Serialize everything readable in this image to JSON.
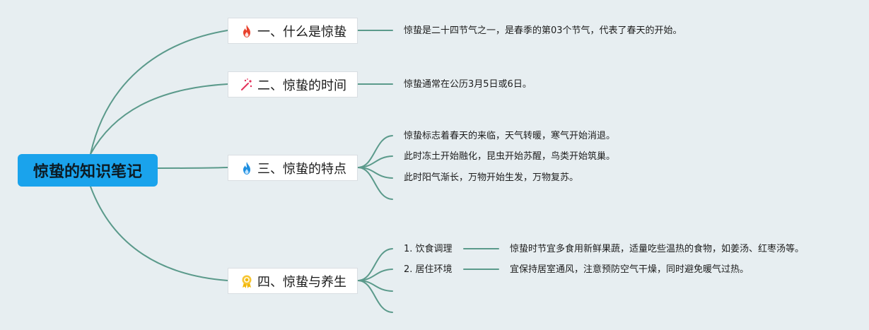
{
  "root": {
    "title": "惊蛰的知识笔记"
  },
  "branches": [
    {
      "label": "一、什么是惊蛰",
      "icon": "fire-icon",
      "leaves": [
        "惊蛰是二十四节气之一，是春季的第03个节气，代表了春天的开始。"
      ]
    },
    {
      "label": "二、惊蛰的时间",
      "icon": "magic-wand-icon",
      "leaves": [
        "惊蛰通常在公历3月5日或6日。"
      ]
    },
    {
      "label": "三、惊蛰的特点",
      "icon": "blue-flame-icon",
      "leaves": [
        "惊蛰标志着春天的来临，天气转暖，寒气开始消退。",
        "此时冻土开始融化，昆虫开始苏醒，鸟类开始筑巢。",
        "此时阳气渐长，万物开始生发，万物复苏。"
      ]
    },
    {
      "label": "四、惊蛰与养生",
      "icon": "medal-icon",
      "subtopics": [
        {
          "label": "1. 饮食调理",
          "detail": "惊蛰时节宜多食用新鲜果蔬，适量吃些温热的食物，如姜汤、红枣汤等。"
        },
        {
          "label": "2. 居住环境",
          "detail": "宜保持居室通风，注意预防空气干燥，同时避免暖气过热。"
        }
      ]
    }
  ],
  "colors": {
    "connector": "#5b9a8b",
    "root_bg": "#1aa3ec",
    "background": "#e7eef1"
  }
}
